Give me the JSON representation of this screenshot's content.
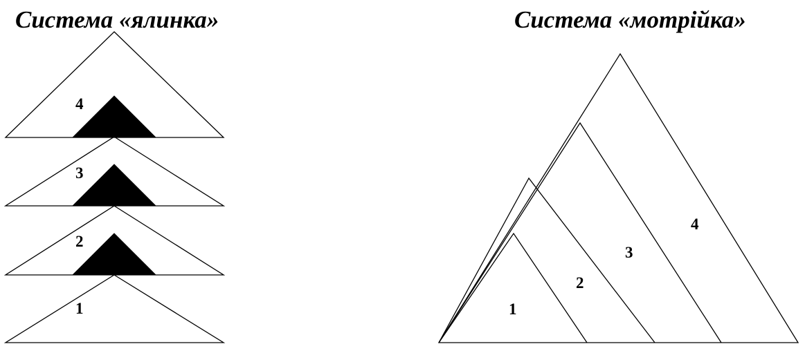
{
  "left_diagram": {
    "title": "Система «ялинка»",
    "tiers": [
      {
        "label": "4"
      },
      {
        "label": "3"
      },
      {
        "label": "2"
      },
      {
        "label": "1"
      }
    ]
  },
  "right_diagram": {
    "title": "Система «мотрійка»",
    "layers": [
      {
        "label": "1"
      },
      {
        "label": "2"
      },
      {
        "label": "3"
      },
      {
        "label": "4"
      }
    ]
  }
}
